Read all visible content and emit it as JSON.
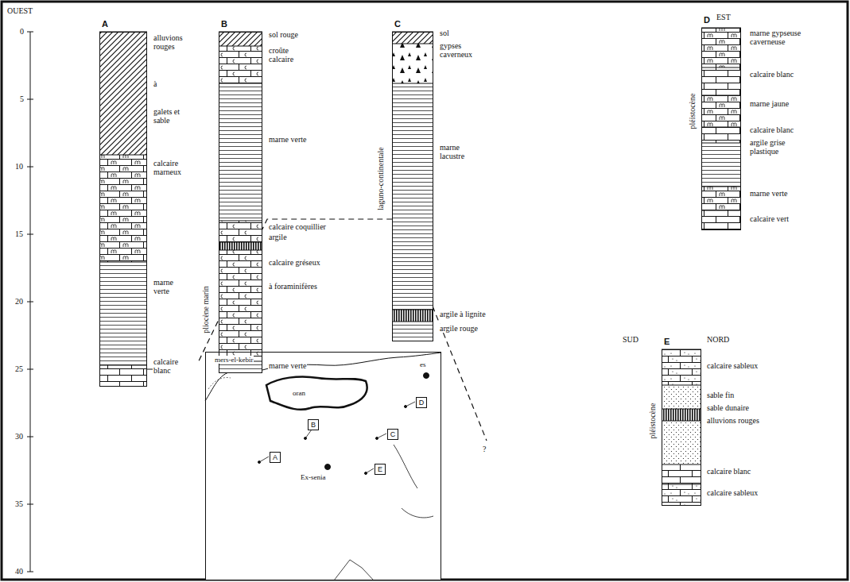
{
  "diagram": {
    "nodes": [
      {
        "text": [
          "A"
        ]
      },
      {
        "text": [
          "B"
        ]
      },
      {
        "text": [
          "C"
        ]
      },
      {
        "text": [
          "D"
        ]
      },
      {
        "text": [
          "E"
        ]
      },
      {
        "text": [
          "mers-el-kebir",
          "oran",
          "Ex-senia",
          "es"
        ]
      },
      {
        "text": [
          "A"
        ],
        "in": 5
      },
      {
        "text": [
          "B"
        ],
        "in": 5
      },
      {
        "text": [
          "C"
        ],
        "in": 5
      },
      {
        "text": [
          "D"
        ],
        "in": 5
      },
      {
        "text": [
          "E"
        ],
        "in": 5
      }
    ],
    "labels": [
      "OUEST",
      "0",
      "5",
      "10",
      "15",
      "20",
      "25",
      "30",
      "35",
      "40",
      "alluvions rouges",
      "à",
      "galets et sable",
      "calcaire marneux",
      "marne verte",
      "calcaire blanc",
      "sol rouge",
      "croûte calcaire",
      "marne verte",
      "calcaire coquillier",
      "argile",
      "calcaire gréseux",
      "à foraminifères",
      "marne verte",
      "pliocène marin",
      "sol",
      "gypses caverneux",
      "marne lacustre",
      "argile à lignite",
      "argile rouge",
      "laguno-continentale",
      "?",
      "EST",
      "marne gypseuse caverneuse",
      "calcaire blanc",
      "marne jaune",
      "calcaire blanc",
      "argile grise plastique",
      "marne verte",
      "calcaire vert",
      "pléistocène",
      "SUD",
      "NORD",
      "calcaire sableux",
      "sable fin",
      "sable dunaire",
      "alluvions rouges",
      "calcaire blanc",
      "calcaire sableux",
      "pléistocène"
    ]
  }
}
